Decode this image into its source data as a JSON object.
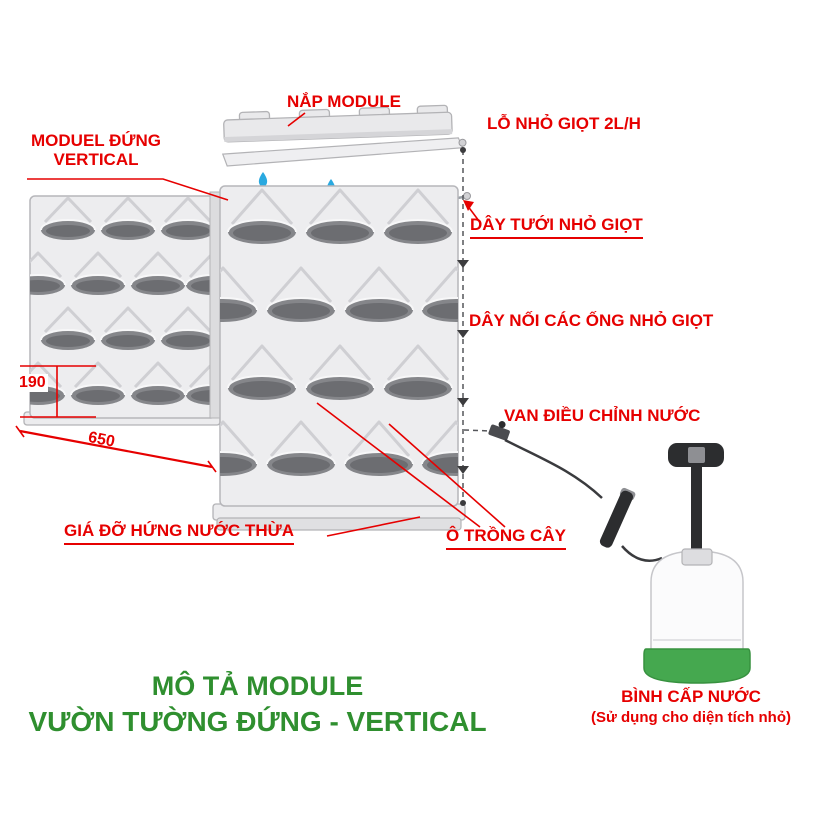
{
  "title": {
    "line1": "MÔ TẢ MODULE",
    "line2": "VƯỜN TƯỜNG ĐỨNG - VERTICAL"
  },
  "labels": {
    "lid": "NẮP MODULE",
    "drip_hole": "LỖ NHỎ GIỌT 2L/H",
    "module_line1": "MODUEL ĐỨNG",
    "module_line2": "VERTICAL",
    "drip_line": "DÂY TƯỚI NHỎ GIỌT",
    "connector_line": "DÂY NỐI CÁC ỐNG NHỎ GIỌT",
    "valve": "VAN ĐIỀU CHỈNH NƯỚC",
    "tray": "GIÁ ĐỠ HỨNG NƯỚC THỪA",
    "plant_cell": "Ô TRỒNG CÂY",
    "water_supply": "BÌNH CẤP NƯỚC",
    "water_supply_note": "(Sử dụng cho diện tích nhỏ)"
  },
  "dimensions": {
    "height_mm": "190",
    "width_mm": "650"
  },
  "colors": {
    "label_red": "#e60000",
    "title_green": "#2f8f2f",
    "droplet_blue": "#2aa9e0",
    "sprayer_green": "#45a84f",
    "module_grey": "#ededef"
  }
}
